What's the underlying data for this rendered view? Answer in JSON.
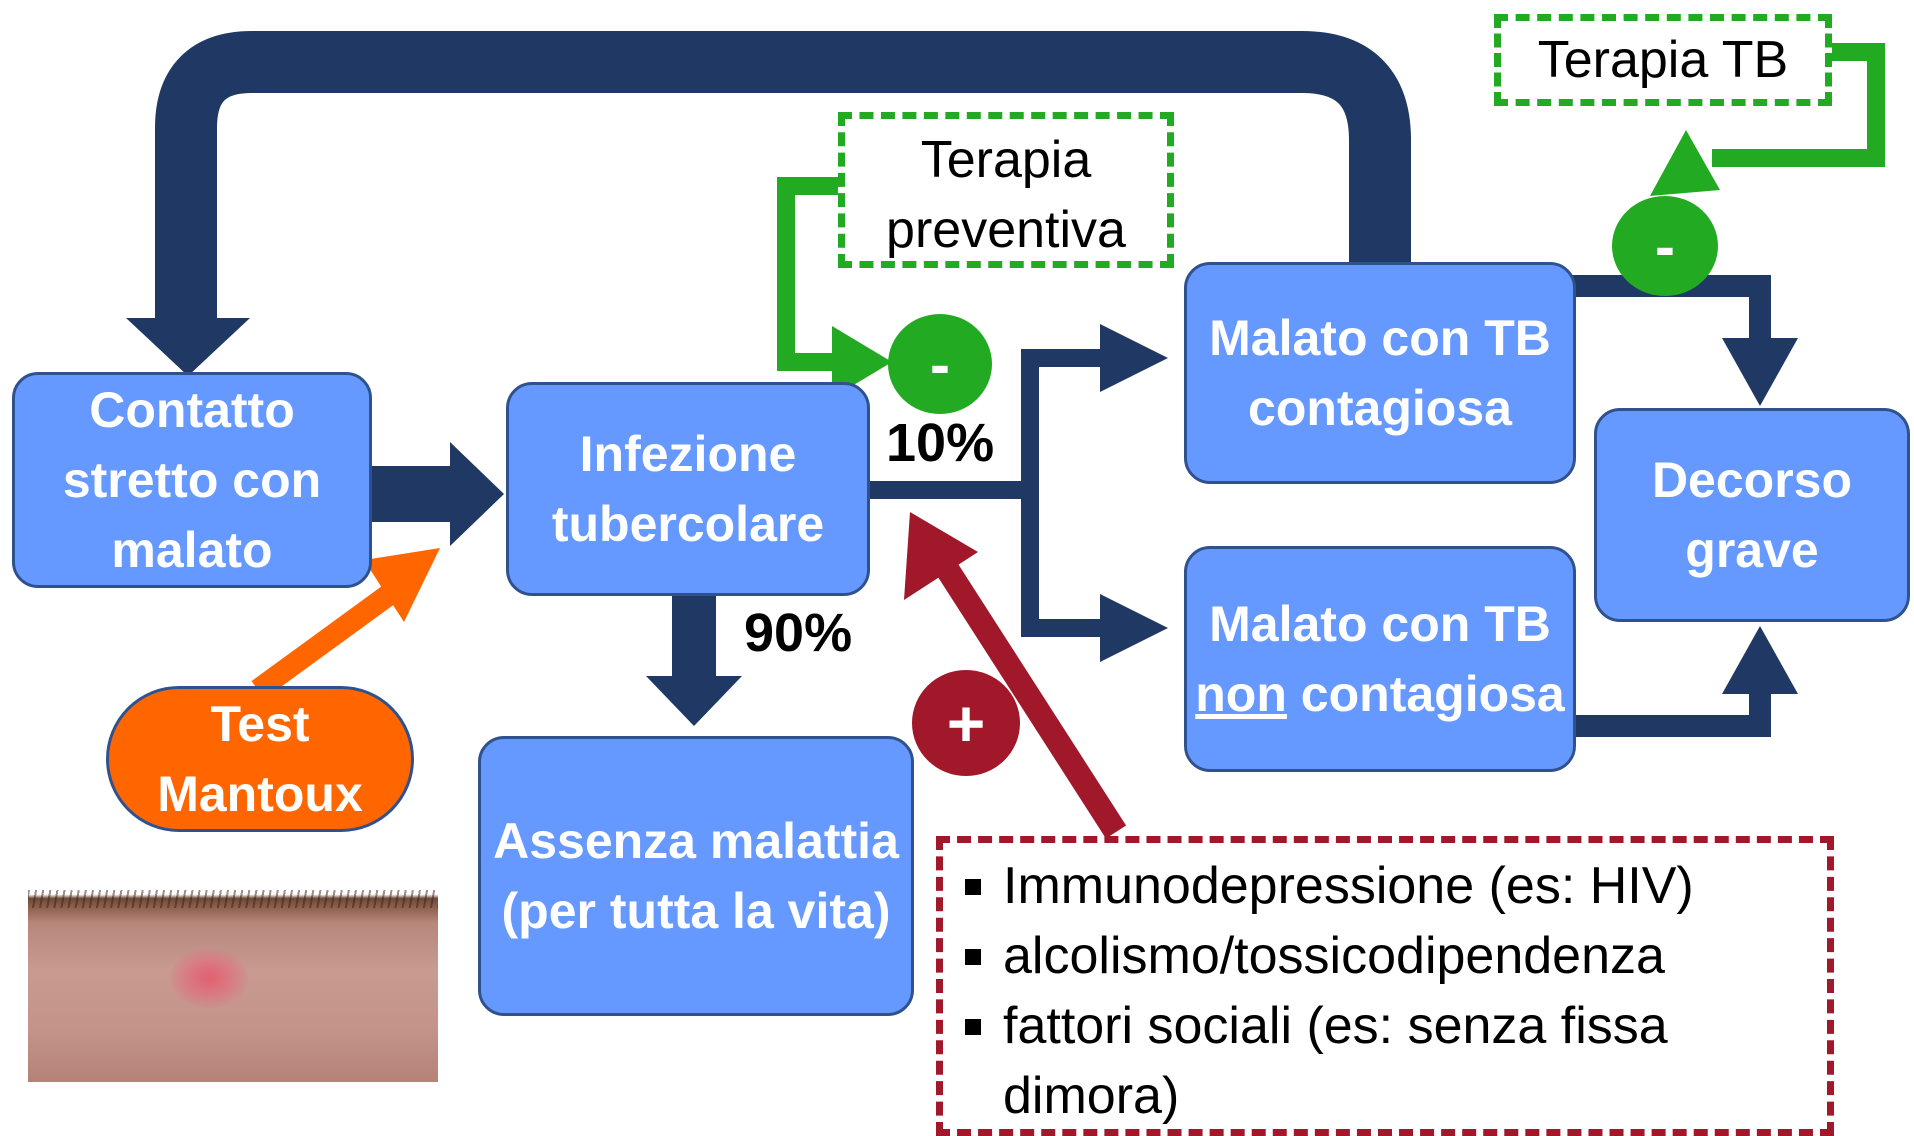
{
  "nodes": {
    "contatto": [
      "Contatto",
      "stretto con",
      "malato"
    ],
    "infezione": [
      "Infezione",
      "tubercolare"
    ],
    "assenza": [
      "Assenza",
      "malattia",
      "(per tutta la",
      "vita)"
    ],
    "malato_contagiosa": [
      "Malato con",
      "TB",
      "contagiosa"
    ],
    "malato_non_line1": "Malato con",
    "malato_non_tb": "TB",
    "malato_non_underlined": "non",
    "malato_non_line3": "contagiosa",
    "decorso": [
      "Decorso",
      "grave"
    ],
    "mantoux": [
      "Test",
      "Mantoux"
    ]
  },
  "percentages": {
    "ten": "10%",
    "ninety": "90%"
  },
  "therapy": {
    "preventiva": [
      "Terapia",
      "preventiva"
    ],
    "tb": "Terapia TB"
  },
  "signs": {
    "minus": "-",
    "plus": "+"
  },
  "risk_factors": [
    "Immunodepressione (es: HIV)",
    "alcolismo/tossicodipendenza",
    "fattori sociali (es: senza fissa dimora)"
  ],
  "colors": {
    "box_fill": "#6699ff",
    "box_border": "#2f528f",
    "arrow_navy": "#1f3864",
    "green": "#22aa22",
    "red": "#a0182a",
    "orange": "#ff6600"
  }
}
